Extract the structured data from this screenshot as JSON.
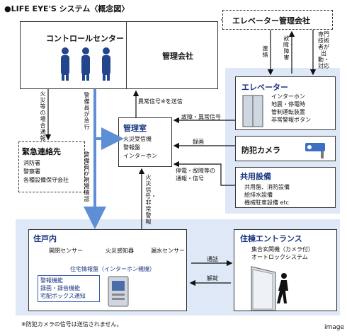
{
  "title": "●LIFE EYE'S システム〈概念図〉",
  "control_center": {
    "label": "コントロールセンター"
  },
  "management_company": {
    "label": "管理会社"
  },
  "elevator_company": {
    "label": "エレベーター管理会社"
  },
  "emergency": {
    "title": "緊急連絡先",
    "items": [
      "消防署",
      "警察署",
      "各種設備保守会社"
    ]
  },
  "mgmt_room": {
    "title": "管理室",
    "items": [
      "火災受信機",
      "警報盤",
      "インターホン"
    ]
  },
  "elevator": {
    "title": "エレベーター",
    "items": [
      "インターホン",
      "地震・停電時",
      "管制運転装置",
      "非常警報ボタン"
    ]
  },
  "camera": {
    "title": "防犯カメラ"
  },
  "shared": {
    "title": "共用設備",
    "items": [
      "共用盤、消防設備",
      "給排水設備",
      "機械駐車設備 etc"
    ]
  },
  "dwelling": {
    "title": "住戸内",
    "sensors": [
      "開閉センサー",
      "火災感知器",
      "漏水センサー"
    ],
    "panel_title": "住宅情報盤（インターホン親機）",
    "functions": [
      "警報機能",
      "録画・録音機能",
      "宅配ボックス通知"
    ]
  },
  "entrance": {
    "title": "住棟エントランス",
    "items": [
      "集合玄関機（カメラ付）",
      "オートロックシステム"
    ]
  },
  "labels": {
    "fire_report": "火災等の場合通報",
    "guard_rush": "警備員が急行",
    "guard_confirm": "警備員が現場確認",
    "abnormal_send": "異常信号※を送信",
    "contact": "連絡",
    "fault_maint": "故障・障害",
    "specialist": "専門技術者が出動・対応",
    "fault_signal": "故障・異常信号",
    "recording": "録画",
    "outage_report": "停電・故障等の通報・信号",
    "fire_signal": "火災信号・非常警報",
    "call": "通話",
    "unlock": "解錠"
  },
  "footnote": "※防犯カメラの信号は送信されません。",
  "watermark": "image"
}
